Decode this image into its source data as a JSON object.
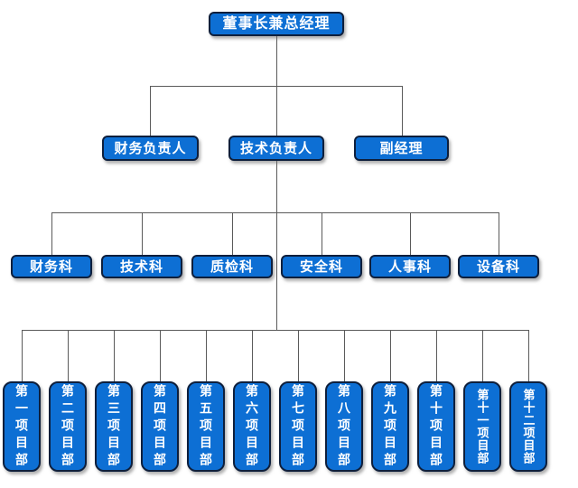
{
  "diagram": {
    "type": "org-chart",
    "background": "#ffffff"
  },
  "colors": {
    "node_fill": "#0d6fd4",
    "node_border": "#0e1f3c",
    "node_text": "#ffffff",
    "connector": "#5a5a5a"
  },
  "org": {
    "root": {
      "label": "董事长兼总经理"
    },
    "level2": [
      {
        "label": "财务负责人"
      },
      {
        "label": "技术负责人"
      },
      {
        "label": "副经理"
      }
    ],
    "level3": [
      {
        "label": "财务科"
      },
      {
        "label": "技术科"
      },
      {
        "label": "质检科"
      },
      {
        "label": "安全科"
      },
      {
        "label": "人事科"
      },
      {
        "label": "设备科"
      }
    ],
    "level4": [
      {
        "label": "第一项目部"
      },
      {
        "label": "第二项目部"
      },
      {
        "label": "第三项目部"
      },
      {
        "label": "第四项目部"
      },
      {
        "label": "第五项目部"
      },
      {
        "label": "第六项目部"
      },
      {
        "label": "第七项目部"
      },
      {
        "label": "第八项目部"
      },
      {
        "label": "第九项目部"
      },
      {
        "label": "第十项目部"
      },
      {
        "label": "第十一项目部"
      },
      {
        "label": "第十二项目部"
      }
    ]
  }
}
